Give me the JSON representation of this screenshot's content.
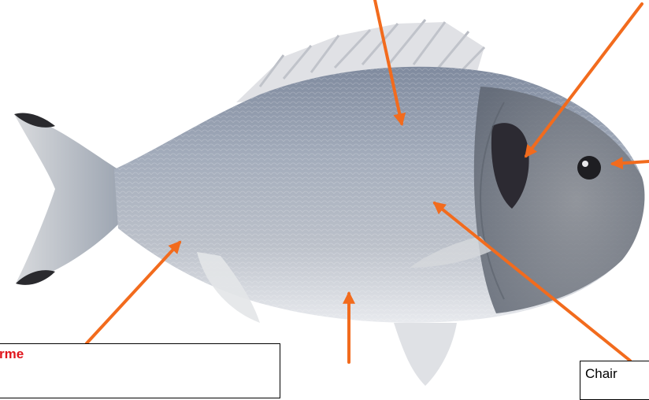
{
  "labels": {
    "forme": "rme",
    "chair": "Chair"
  },
  "colors": {
    "arrow": "#f26b1d",
    "forme_text": "#e0161d",
    "chair_text": "#000000",
    "fish_body": "#9aa4b4",
    "fish_back": "#6f7b90",
    "fish_belly": "#dfe2e7",
    "fish_head_mark": "#2c2a32",
    "fins": "#c9ccd2"
  },
  "icons": {
    "fish": "sea-bream-photo",
    "arrows": "arrow-pointer"
  }
}
